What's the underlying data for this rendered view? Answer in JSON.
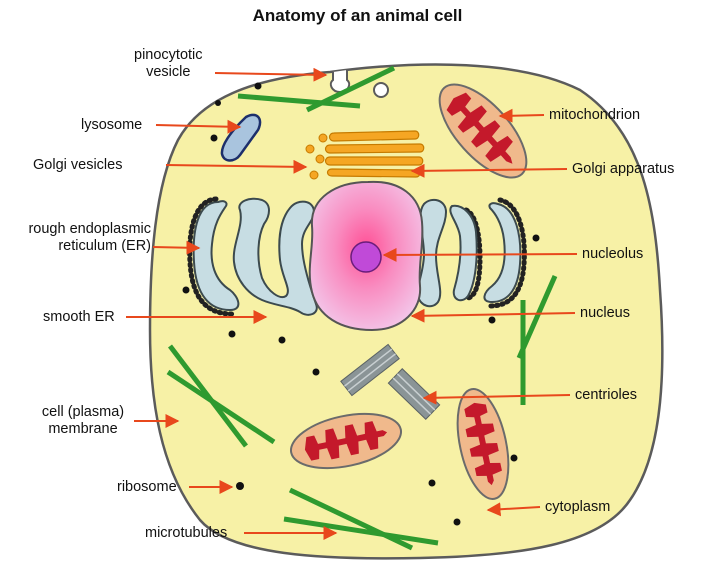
{
  "title": "Anatomy of an animal cell",
  "labels": {
    "pinocytotic_vesicle": [
      "pinocytotic",
      "vesicle"
    ],
    "lysosome": "lysosome",
    "golgi_vesicles": "Golgi vesicles",
    "rough_er": [
      "rough endoplasmic",
      "reticulum (ER)"
    ],
    "smooth_er": "smooth ER",
    "cell_membrane": [
      "cell (plasma)",
      "membrane"
    ],
    "ribosome": "ribosome",
    "microtubules": "microtubules",
    "mitochondrion": "mitochondrion",
    "golgi_apparatus": "Golgi apparatus",
    "nucleolus": "nucleolus",
    "nucleus": "nucleus",
    "centrioles": "centrioles",
    "cytoplasm": "cytoplasm"
  },
  "colors": {
    "cytoplasm": "#f7f1a6",
    "outline": "#5b5b5b",
    "arrow": "#e8481c",
    "microtubule": "#2f9a2f",
    "nucleus_center": "#ff5a9a",
    "nucleus_edge": "#f6c4e8",
    "nucleolus": "#c04ad8",
    "golgi": "#f5a623",
    "mito_outer": "#f0b98c",
    "mito_inner": "#c4192b",
    "er": "#c7dde3",
    "lysosome": "#a9c4de",
    "centriole": "#8a9496"
  }
}
